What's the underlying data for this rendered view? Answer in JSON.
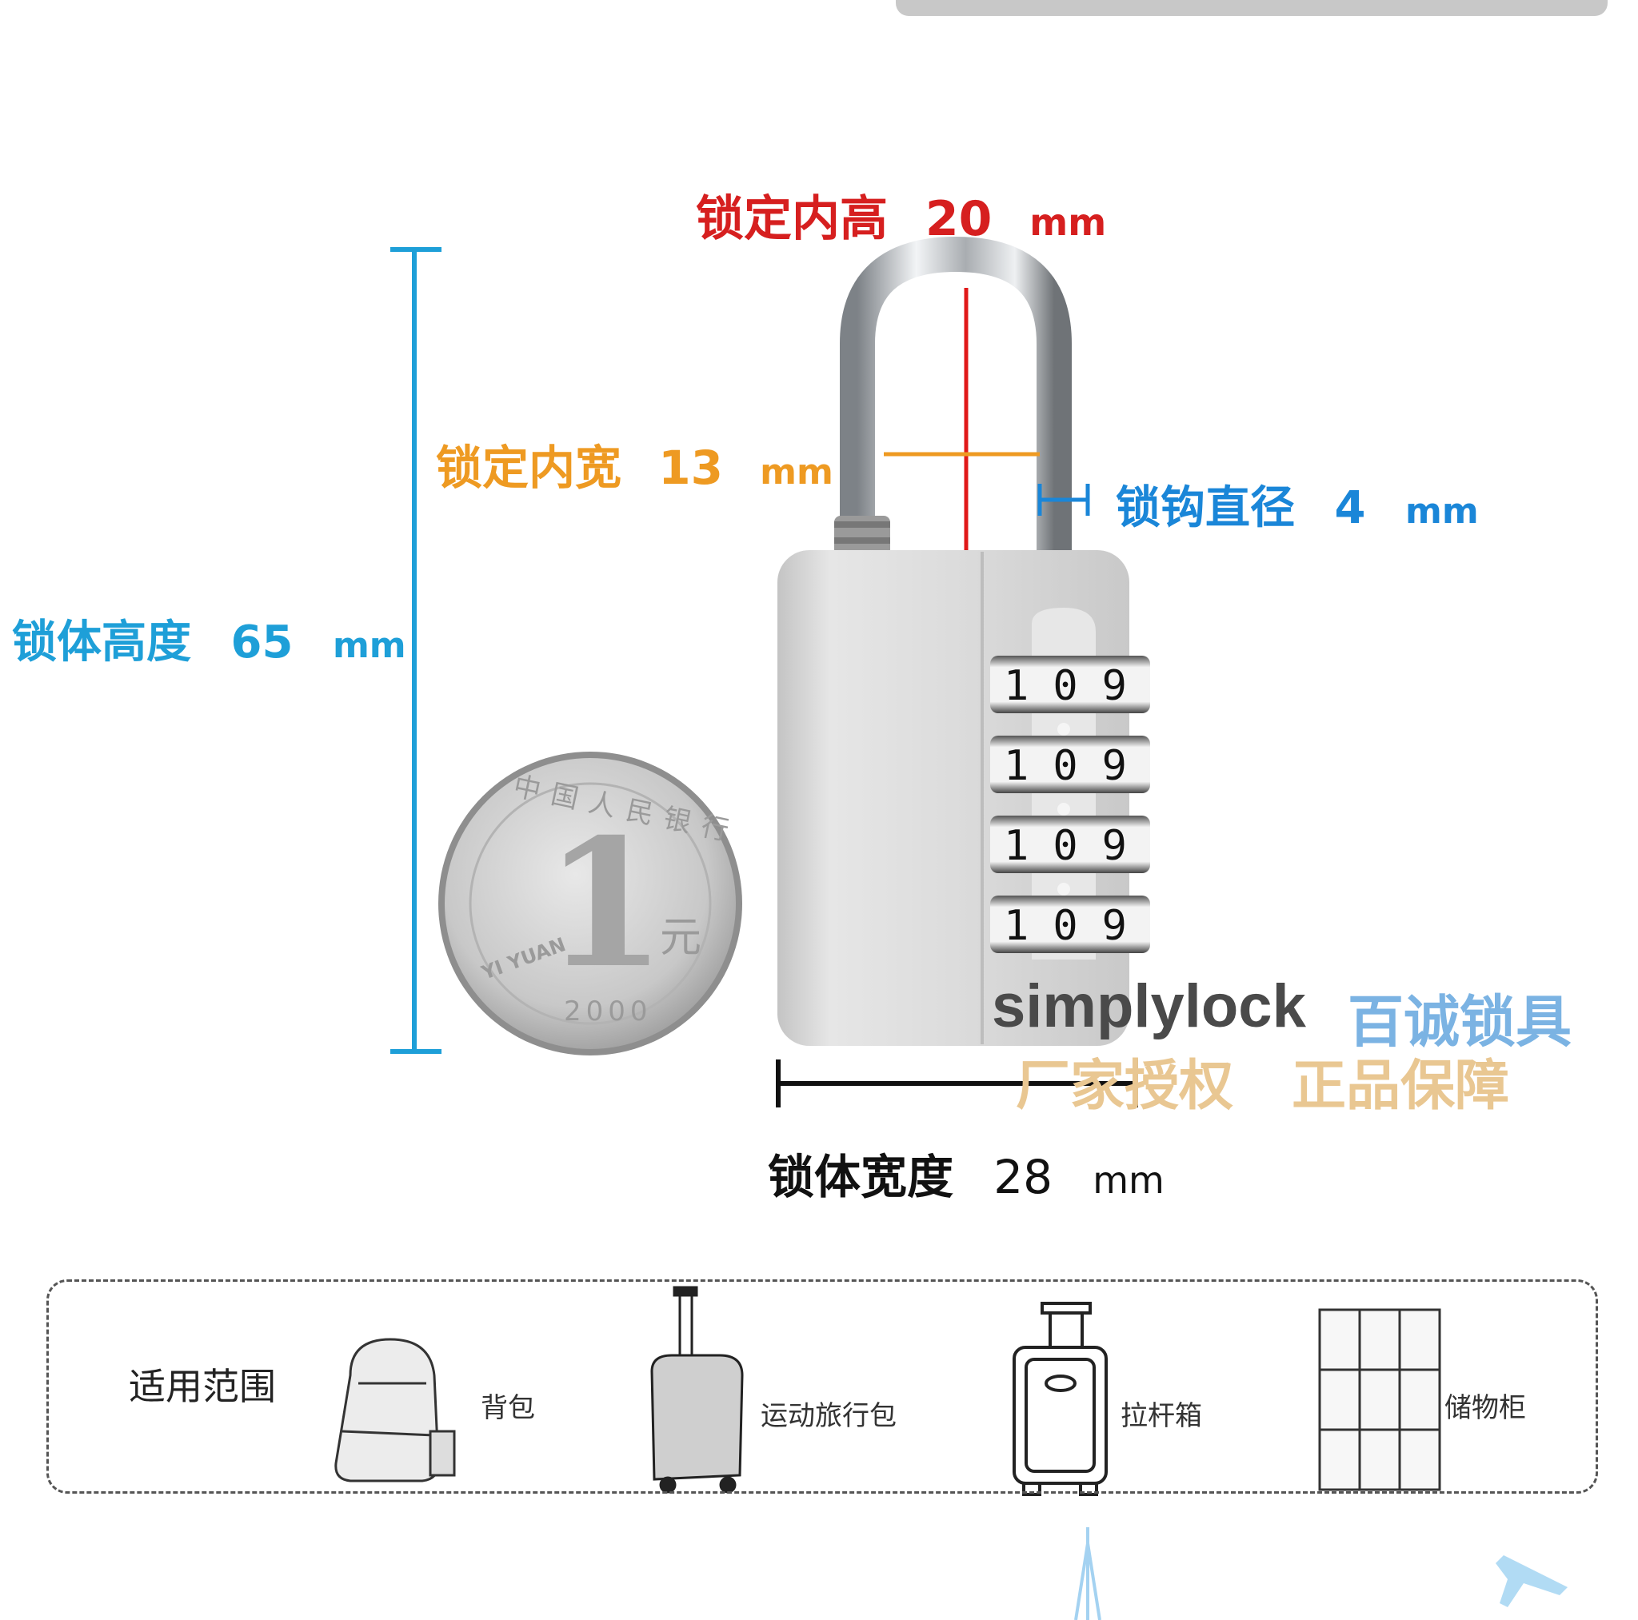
{
  "dimensions": {
    "shackle_inner_height": {
      "label": "锁定内高",
      "value": "20",
      "unit": "mm",
      "color": "#d61f1f"
    },
    "shackle_inner_width": {
      "label": "锁定内宽",
      "value": "13",
      "unit": "mm",
      "color": "#ee9a22"
    },
    "shackle_diameter": {
      "label": "锁钩直径",
      "value": "4",
      "unit": "mm",
      "color": "#1a86d8"
    },
    "body_height": {
      "label": "锁体高度",
      "value": "65",
      "unit": "mm",
      "color": "#1e9fd8"
    },
    "body_width": {
      "label": "锁体宽度",
      "value": "28",
      "unit": "mm",
      "color": "#111111"
    }
  },
  "dials": [
    [
      "1",
      "0",
      "9"
    ],
    [
      "1",
      "0",
      "9"
    ],
    [
      "1",
      "0",
      "9"
    ],
    [
      "1",
      "0",
      "9"
    ]
  ],
  "coin": {
    "denomination": "1",
    "unit_char": "元",
    "pinyin": "YI YUAN",
    "year": "2000",
    "inscription": "中国人民银行"
  },
  "watermark": {
    "brand": "simplylock",
    "brand_cn": "百诚锁具",
    "tag1": "厂家授权",
    "tag2": "正品保障"
  },
  "usage": {
    "title": "适用范围",
    "items": [
      {
        "label": "背包",
        "icon": "backpack-icon"
      },
      {
        "label": "运动旅行包",
        "icon": "rolling-bag-icon"
      },
      {
        "label": "拉杆箱",
        "icon": "suitcase-icon"
      },
      {
        "label": "储物柜",
        "icon": "locker-icon"
      }
    ]
  },
  "colors": {
    "body_silver": "#d9d9d9",
    "shackle_chrome": "#b8bcc0",
    "coin_silver": "#c9c9c9"
  }
}
